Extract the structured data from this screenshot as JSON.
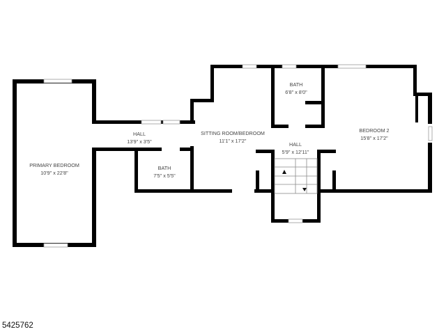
{
  "floor_plan": {
    "rooms": [
      {
        "name": "PRIMARY BEDROOM",
        "dimensions": "10'9\" x 22'8\""
      },
      {
        "name": "HALL",
        "dimensions": "13'9\" x 3'5\""
      },
      {
        "name": "BATH",
        "dimensions": "7'5\" x 5'5\""
      },
      {
        "name": "SITTING ROOM/BEDROOM",
        "dimensions": "11'1\" x 17'2\""
      },
      {
        "name": "BATH",
        "dimensions": "6'8\" x 8'0\""
      },
      {
        "name": "HALL",
        "dimensions": "5'9\" x 12'11\""
      },
      {
        "name": "BEDROOM 2",
        "dimensions": "15'8\" x 17'2\""
      }
    ],
    "colors": {
      "wall": "#000000",
      "label": "#444444",
      "background": "#ffffff"
    }
  },
  "listing_id": "5425762"
}
